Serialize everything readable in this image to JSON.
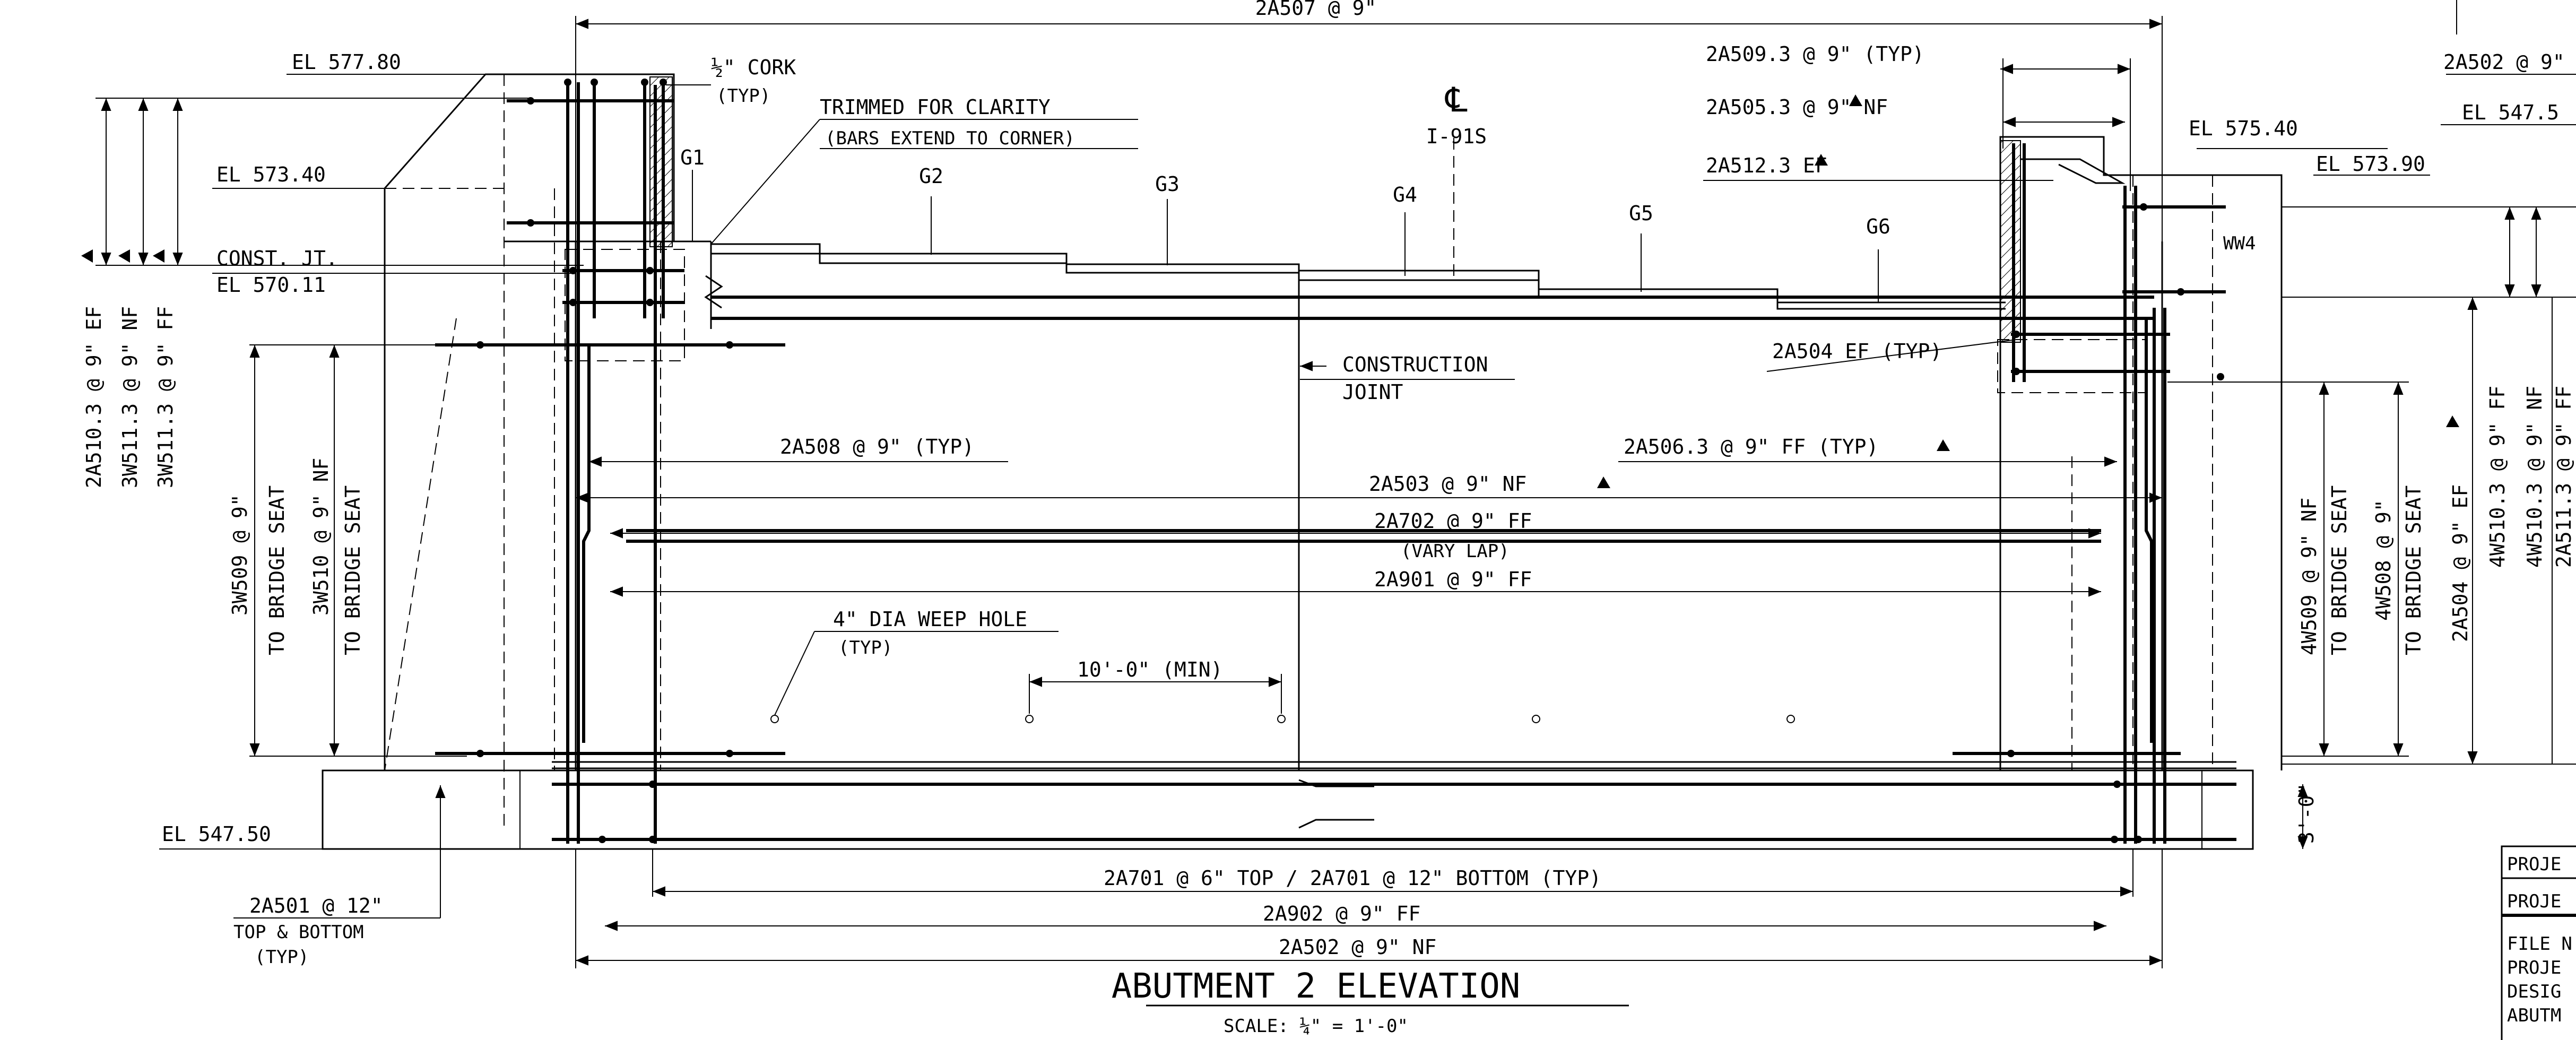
{
  "drawing": {
    "title": "ABUTMENT 2 ELEVATION",
    "scale": "SCALE: ¼\" = 1'-0\""
  },
  "elevations": {
    "el_577": "EL 577.80",
    "el_573_40": "EL 573.40",
    "const_jt": "CONST. JT.",
    "el_570": "EL 570.11",
    "el_547_left": "EL 547.50",
    "el_575": "EL 575.40",
    "el_573_90": "EL 573.90",
    "el_547_right": "EL 547.5"
  },
  "callouts": {
    "top_dim": "2A507 @ 9\"",
    "cork": "½\" CORK",
    "cork_typ": "(TYP)",
    "trimmed_1": "TRIMMED FOR CLARITY",
    "trimmed_2": "(BARS EXTEND TO CORNER)",
    "cl_symbol": "℄",
    "cl_route": "I-91S",
    "r_2a509": "2A509.3 @ 9\" (TYP)",
    "r_2a505": "2A505.3 @ 9\" NF",
    "r_2a512": "2A512.3 EF",
    "r_2a502_edge": "2A502 @ 9\"",
    "ww4": "WW4",
    "r_2a504": "2A504 EF (TYP)",
    "construction": "CONSTRUCTION",
    "joint": "JOINT",
    "a508": "2A508 @ 9\" (TYP)",
    "a506": "2A506.3 @ 9\" FF (TYP)",
    "a503": "2A503 @ 9\" NF",
    "a702": "2A702 @ 9\" FF",
    "vary_lap": "(VARY LAP)",
    "a901": "2A901 @ 9\" FF",
    "weep": "4\" DIA WEEP HOLE",
    "weep_typ": "(TYP)",
    "ten_ft": "10'-0\" (MIN)",
    "a701": "2A701 @ 6\" TOP / 2A701 @ 12\" BOTTOM (TYP)",
    "a902": "2A902 @ 9\" FF",
    "a502": "2A502 @ 9\" NF",
    "a501": "2A501 @ 12\"",
    "a501_2": "TOP & BOTTOM",
    "a501_3": "(TYP)",
    "three_ft": "3'-0\""
  },
  "girders": [
    "G1",
    "G2",
    "G3",
    "G4",
    "G5",
    "G6"
  ],
  "vertical_labels": {
    "l1": "2A510.3 @ 9\" EF",
    "l2": "3W511.3 @ 9\" NF",
    "l3": "3W511.3 @ 9\" FF",
    "l4": "3W509 @ 9\"",
    "l5": "TO BRIDGE SEAT",
    "l6": "3W510 @ 9\" NF",
    "l7": "TO BRIDGE SEAT",
    "r1": "4W509 @ 9\" NF",
    "r2": "TO BRIDGE SEAT",
    "r3": "4W508 @ 9\"",
    "r4": "TO BRIDGE SEAT",
    "r5": "2A504 @ 9\" EF",
    "r6": "4W510.3 @ 9\" FF",
    "r7": "4W510.3 @ 9\" NF",
    "r8": "2A511.3 @ 9\" FF"
  },
  "title_block": {
    "row1": "PROJE",
    "row2": "PROJE",
    "row3": "FILE N",
    "row4": "PROJE",
    "row5": "DESIG",
    "row6": "ABUTM"
  }
}
